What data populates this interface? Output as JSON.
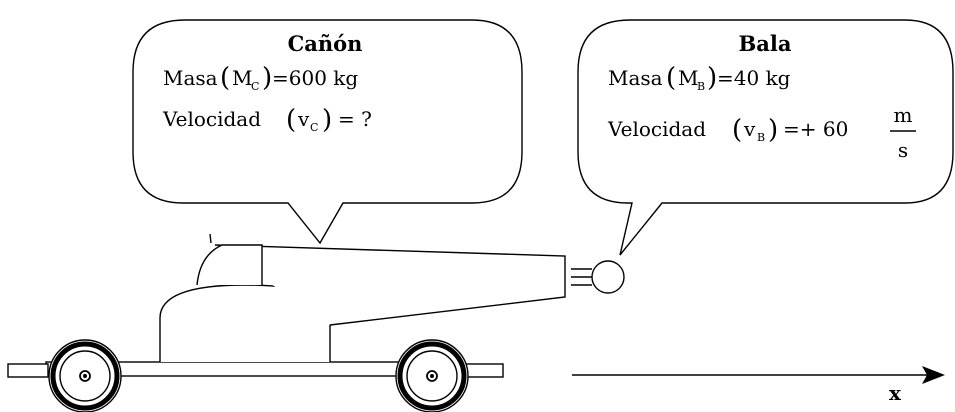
{
  "cannon_bubble": {
    "title": "Cañón",
    "mass_label": "Masa",
    "mass_symbol": "M",
    "mass_sub": "C",
    "mass_value": "=600 kg",
    "velocity_label": "Velocidad",
    "velocity_symbol": "v",
    "velocity_sub": "C",
    "velocity_value": "= ?"
  },
  "bullet_bubble": {
    "title": "Bala",
    "mass_label": "Masa",
    "mass_symbol": "M",
    "mass_sub": "B",
    "mass_value": "=40 kg",
    "velocity_label": "Velocidad",
    "velocity_symbol": "v",
    "velocity_sub": "B",
    "velocity_value": "=+ 60",
    "unit_numerator": "m",
    "unit_denominator": "s"
  },
  "axis": {
    "label": "x"
  }
}
